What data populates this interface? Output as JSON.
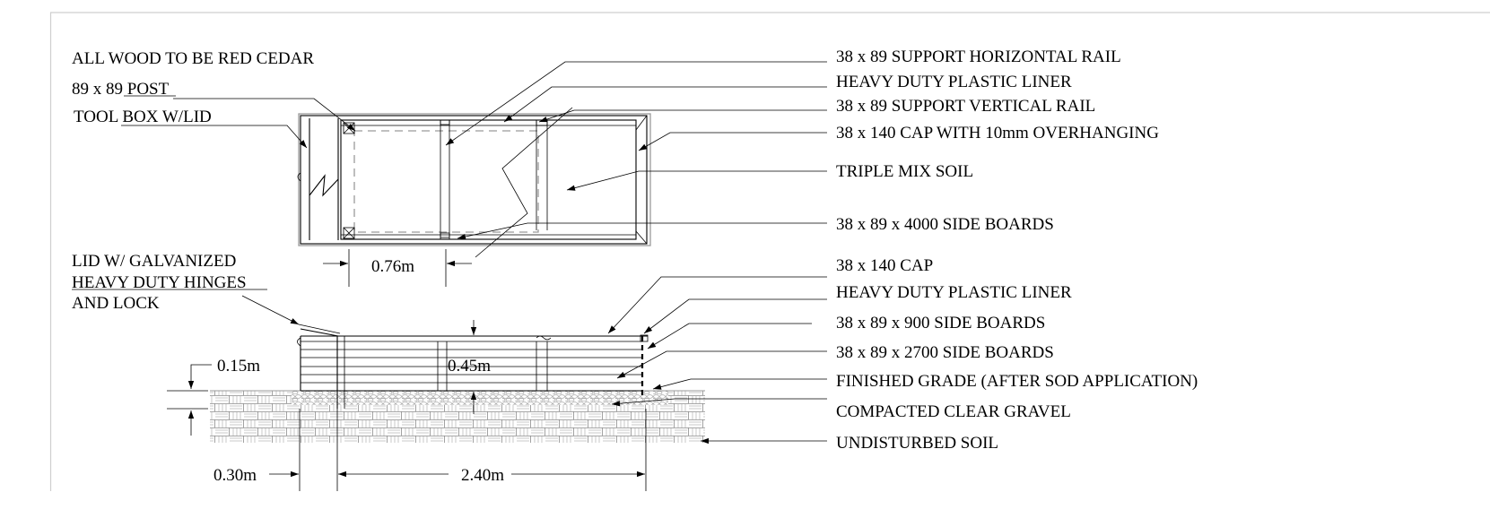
{
  "notes": {
    "wood": "ALL WOOD TO BE RED CEDAR",
    "post": "89 x 89 POST",
    "toolbox": "TOOL BOX W/LID",
    "lid_line1": "LID W/ GALVANIZED",
    "lid_line2": "HEAVY DUTY HINGES",
    "lid_line3": "AND LOCK"
  },
  "plan_callouts": [
    "38 x 89 SUPPORT HORIZONTAL RAIL",
    "HEAVY DUTY PLASTIC LINER",
    "38 x 89 SUPPORT VERTICAL RAIL",
    "38 x 140 CAP WITH 10mm OVERHANGING",
    "TRIPLE MIX SOIL",
    "38 x 89 x 4000 SIDE BOARDS"
  ],
  "section_callouts": [
    "38 x 140 CAP",
    "HEAVY DUTY PLASTIC LINER",
    "38 x 89 x 900 SIDE BOARDS",
    "38 x 89 x 2700 SIDE BOARDS",
    "FINISHED GRADE (AFTER SOD APPLICATION)",
    "COMPACTED CLEAR GRAVEL",
    "UNDISTURBED SOIL"
  ],
  "dimensions": {
    "toolbox_width": "0.76m",
    "height": "0.45m",
    "grade_offset": "0.15m",
    "toolbox_length": "0.30m",
    "bed_length": "2.40m"
  }
}
